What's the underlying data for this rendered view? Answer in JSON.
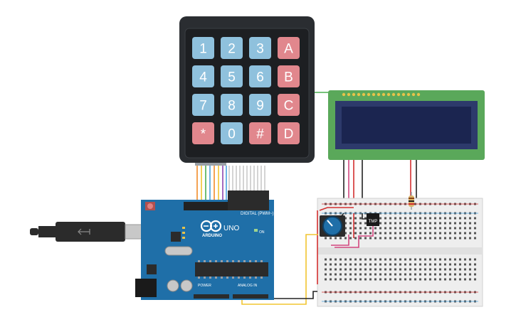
{
  "keypad": {
    "rows": [
      [
        {
          "label": "1",
          "type": "num"
        },
        {
          "label": "2",
          "type": "num"
        },
        {
          "label": "3",
          "type": "num"
        },
        {
          "label": "A",
          "type": "letter"
        }
      ],
      [
        {
          "label": "4",
          "type": "num"
        },
        {
          "label": "5",
          "type": "num"
        },
        {
          "label": "6",
          "type": "num"
        },
        {
          "label": "B",
          "type": "letter"
        }
      ],
      [
        {
          "label": "7",
          "type": "num"
        },
        {
          "label": "8",
          "type": "num"
        },
        {
          "label": "9",
          "type": "num"
        },
        {
          "label": "C",
          "type": "letter"
        }
      ],
      [
        {
          "label": "*",
          "type": "letter"
        },
        {
          "label": "0",
          "type": "num"
        },
        {
          "label": "#",
          "type": "letter"
        },
        {
          "label": "D",
          "type": "letter"
        }
      ]
    ]
  },
  "arduino": {
    "brand": "ARDUINO",
    "model": "UNO",
    "digital_label": "DIGITAL (PWM~)",
    "analog_label": "ANALOG IN",
    "power_label": "POWER",
    "on_label": "ON"
  },
  "sensor": {
    "label": "TMP"
  },
  "colors": {
    "keypad_body": "#2a2d31",
    "key_num": "#8fc1dd",
    "key_letter": "#e1878d",
    "arduino": "#1f6fa8",
    "lcd_board": "#5aa85a",
    "lcd_screen": "#1b2550",
    "breadboard": "#eeeeee",
    "wire_orange": "#f28c28",
    "wire_green": "#4caf50",
    "wire_blue": "#4aa3df",
    "wire_purple": "#8e44ad",
    "wire_yellow": "#f2c530",
    "wire_red": "#d32f2f",
    "wire_black": "#222222",
    "wire_pink": "#d2467e"
  }
}
